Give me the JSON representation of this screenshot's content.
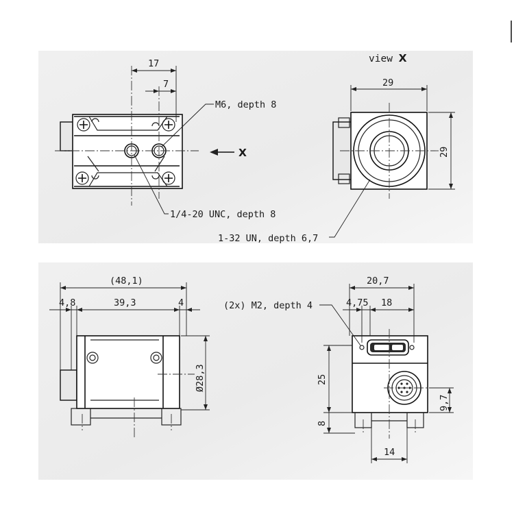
{
  "colors": {
    "page_background": "#ffffff",
    "panel_background": "#efefef",
    "line": "#222222",
    "accent_bar": "#4a4a4a"
  },
  "top_left_view": {
    "dim_17": "17",
    "dim_7": "7",
    "callout_m6": "M6, depth 8",
    "callout_quarter": "1/4-20 UNC, depth 8",
    "view_arrow_letter": "X"
  },
  "top_right_view": {
    "title": "view",
    "title_letter": "X",
    "dim_width": "29",
    "dim_height": "29",
    "callout_thread": "1-32 UN, depth 6,7"
  },
  "bottom_left_view": {
    "dim_overall": "(48,1)",
    "dim_4_8": "4,8",
    "dim_39_3": "39,3",
    "dim_4": "4",
    "dim_diameter": "Ø28,3"
  },
  "bottom_right_view": {
    "dim_20_7": "20,7",
    "dim_4_75": "4,75",
    "dim_18": "18",
    "callout_m2": "(2x) M2, depth 4",
    "dim_25": "25",
    "dim_8": "8",
    "dim_9_7": "9,7",
    "dim_14": "14"
  }
}
